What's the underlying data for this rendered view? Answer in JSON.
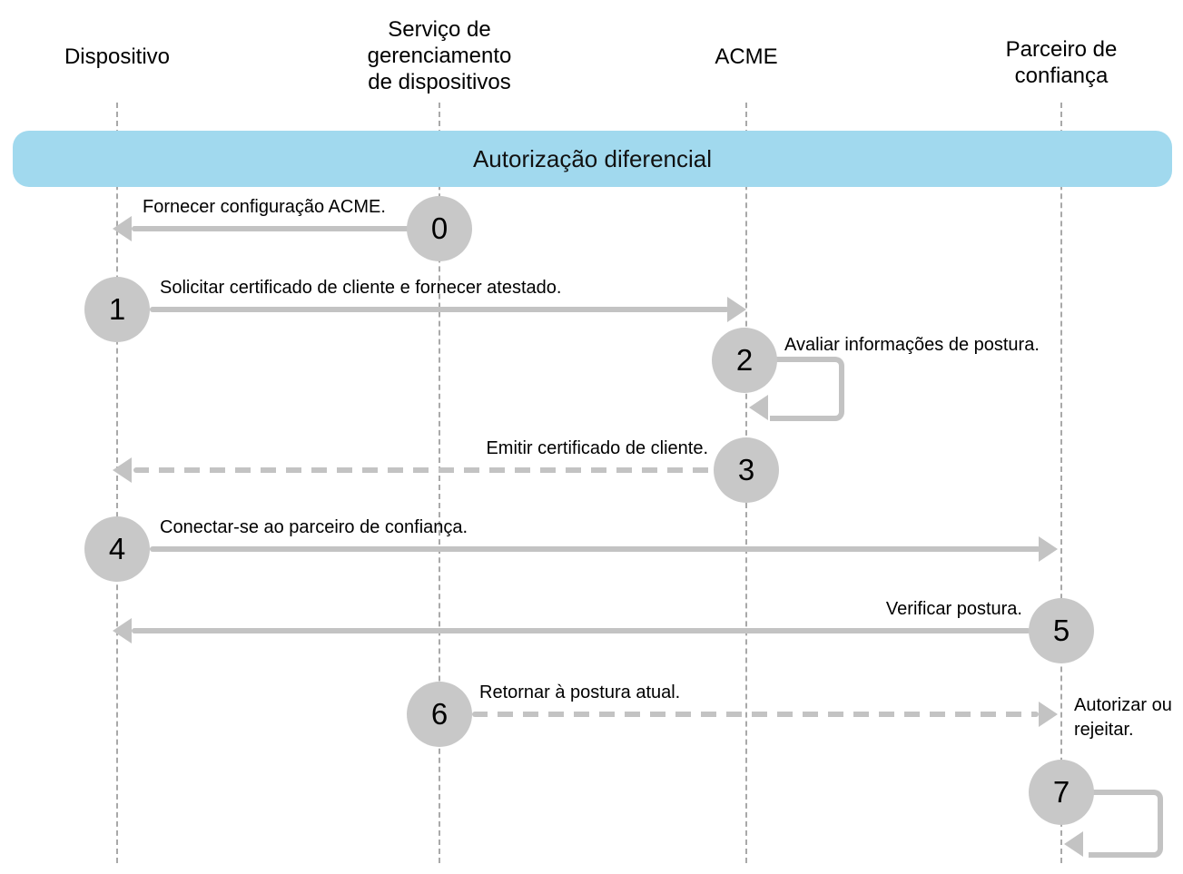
{
  "banner": {
    "label": "Autorização diferencial",
    "bg": "#a1d9ee"
  },
  "colors": {
    "arrow": "#c3c3c3",
    "circle": "#c8c8c8",
    "lifeline": "#a9a9a9",
    "background": "#ffffff",
    "text": "#000000"
  },
  "actors": [
    {
      "id": "device",
      "lines": [
        "Dispositivo"
      ]
    },
    {
      "id": "mdm-service",
      "lines": [
        "Serviço de",
        "gerenciamento",
        "de dispositivos"
      ]
    },
    {
      "id": "acme",
      "lines": [
        "ACME"
      ]
    },
    {
      "id": "trust-partner",
      "lines": [
        "Parceiro de",
        "confiança"
      ]
    }
  ],
  "steps": [
    {
      "number": "0",
      "label": "Fornecer configuração ACME.",
      "from": "mdm-service",
      "to": "device",
      "line": "solid"
    },
    {
      "number": "1",
      "label": "Solicitar certificado de cliente e fornecer atestado.",
      "from": "device",
      "to": "acme",
      "line": "solid"
    },
    {
      "number": "2",
      "label": "Avaliar informações de postura.",
      "from": "acme",
      "to": "acme",
      "line": "self-loop"
    },
    {
      "number": "3",
      "label": "Emitir certificado de cliente.",
      "from": "acme",
      "to": "device",
      "line": "dashed"
    },
    {
      "number": "4",
      "label": "Conectar-se ao parceiro de confiança.",
      "from": "device",
      "to": "trust-partner",
      "line": "solid"
    },
    {
      "number": "5",
      "label": "Verificar postura.",
      "from": "trust-partner",
      "to": "device",
      "line": "solid"
    },
    {
      "number": "6",
      "label": "Retornar à postura atual.",
      "from": "mdm-service",
      "to": "trust-partner",
      "line": "dashed",
      "note": "Autorizar ou rejeitar."
    },
    {
      "number": "7",
      "label": "",
      "from": "trust-partner",
      "to": "trust-partner",
      "line": "self-loop"
    }
  ]
}
